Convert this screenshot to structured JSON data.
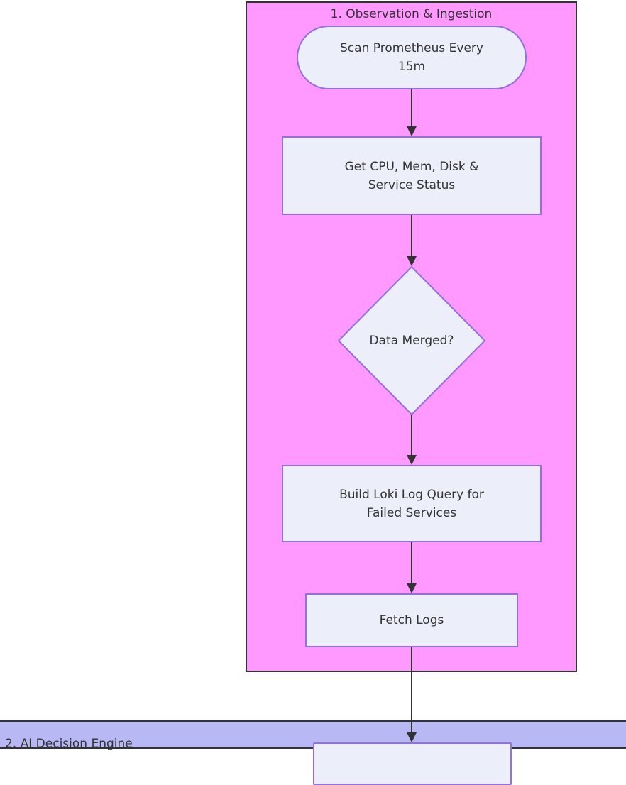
{
  "diagram": {
    "type": "flowchart",
    "direction": "top-down",
    "background": "#ffffff",
    "node_fill": "#eceefa",
    "node_border": "#9370db",
    "edge_color": "#333333",
    "text_color": "#333333"
  },
  "subgraphs": [
    {
      "id": "observation",
      "title": "1. Observation & Ingestion",
      "fill": "#ff99ff",
      "border": "#333333",
      "title_align": "center"
    },
    {
      "id": "ai",
      "title": "2. AI Decision Engine",
      "fill": "#b8b8f5",
      "border": "#333333",
      "title_align": "left"
    }
  ],
  "nodes": [
    {
      "id": "scan",
      "shape": "stadium",
      "label": "Scan Prometheus Every\n15m",
      "subgraph": "observation"
    },
    {
      "id": "get_metrics",
      "shape": "rect",
      "label": "Get CPU, Mem, Disk &\nService Status",
      "subgraph": "observation"
    },
    {
      "id": "decision",
      "shape": "diamond",
      "label": "Data Merged?",
      "subgraph": "observation"
    },
    {
      "id": "build_query",
      "shape": "rect",
      "label": "Build Loki Log Query for\nFailed Services",
      "subgraph": "observation"
    },
    {
      "id": "fetch_logs",
      "shape": "rect",
      "label": "Fetch Logs",
      "subgraph": "observation"
    },
    {
      "id": "ai_partial",
      "shape": "rect",
      "label": "",
      "subgraph": "ai",
      "note": "clipped at bottom of viewport"
    }
  ],
  "edges": [
    {
      "from": "scan",
      "to": "get_metrics",
      "label": ""
    },
    {
      "from": "get_metrics",
      "to": "decision",
      "label": ""
    },
    {
      "from": "decision",
      "to": "build_query",
      "label": ""
    },
    {
      "from": "build_query",
      "to": "fetch_logs",
      "label": ""
    },
    {
      "from": "fetch_logs",
      "to": "ai_partial",
      "label": ""
    }
  ]
}
